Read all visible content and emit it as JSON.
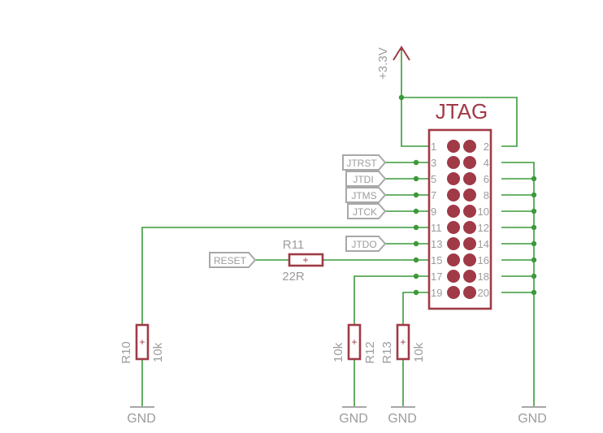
{
  "header": {
    "title": "JTAG"
  },
  "power": {
    "label": "+3.3V"
  },
  "pins": {
    "odd": [
      "1",
      "3",
      "5",
      "7",
      "9",
      "11",
      "13",
      "15",
      "17",
      "19"
    ],
    "even": [
      "2",
      "4",
      "6",
      "8",
      "10",
      "12",
      "14",
      "16",
      "18",
      "20"
    ]
  },
  "ports": {
    "jtrst": "JTRST",
    "jtdi": "JTDI",
    "jtms": "JTMS",
    "jtck": "JTCK",
    "jtdo": "JTDO",
    "reset": "RESET"
  },
  "resistors": {
    "r10": {
      "name": "R10",
      "value": "10k"
    },
    "r11": {
      "name": "R11",
      "value": "22R"
    },
    "r12": {
      "name": "R12",
      "value": "10k"
    },
    "r13": {
      "name": "R13",
      "value": "10k"
    }
  },
  "ground": {
    "label": "GND"
  },
  "colors": {
    "wire": "#3a9a3a",
    "part": "#a03a46",
    "label": "#9c9c9c"
  }
}
